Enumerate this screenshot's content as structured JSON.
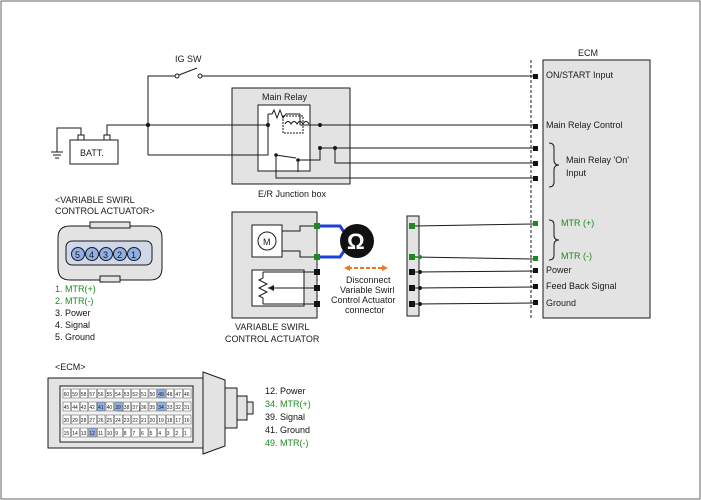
{
  "labels": {
    "ig_sw": "IG SW",
    "batt": "BATT.",
    "main_relay": "Main Relay",
    "er_junction_box": "E/R Junction box",
    "ecm_title": "ECM",
    "actuator_line1": "VARIABLE SWIRL",
    "actuator_line2": "CONTROL ACTUATOR",
    "connector_caption": [
      "Disconnect",
      "Variable Swirl",
      "Control Actuator",
      "connector"
    ],
    "vsca_connector_title_line1": "<VARIABLE SWIRL",
    "vsca_connector_title_line2": "CONTROL ACTUATOR>",
    "ecm_connector_title": "<ECM>",
    "motor_symbol": "M",
    "ohm_symbol": "Ω"
  },
  "ecm_terminals": [
    {
      "label": "ON/START Input",
      "color": "#1a1a1a"
    },
    {
      "label": "Main Relay Control",
      "color": "#1a1a1a"
    },
    {
      "label": "Main Relay 'On'",
      "color": "#1a1a1a"
    },
    {
      "label": "Input",
      "color": "#1a1a1a"
    },
    {
      "label": "MTR (+)",
      "color": "#1d8a1d"
    },
    {
      "label": "MTR (-)",
      "color": "#1d8a1d"
    },
    {
      "label": "Power",
      "color": "#1a1a1a"
    },
    {
      "label": "Feed Back Signal",
      "color": "#1a1a1a"
    },
    {
      "label": "Ground",
      "color": "#1a1a1a"
    }
  ],
  "actuator_pin_numbers": [
    "5",
    "4",
    "3",
    "2",
    "1"
  ],
  "actuator_pins": [
    {
      "text": "1. MTR(+)",
      "color": "#1d8a1d"
    },
    {
      "text": "2. MTR(-)",
      "color": "#1d8a1d"
    },
    {
      "text": "3. Power",
      "color": "#1a1a1a"
    },
    {
      "text": "4. Signal",
      "color": "#1a1a1a"
    },
    {
      "text": "5. Ground",
      "color": "#1a1a1a"
    }
  ],
  "ecm_pins": [
    {
      "text": "12. Power",
      "color": "#1a1a1a"
    },
    {
      "text": "34. MTR(+)",
      "color": "#1d8a1d"
    },
    {
      "text": "39. Signal",
      "color": "#1a1a1a"
    },
    {
      "text": "41. Ground",
      "color": "#1a1a1a"
    },
    {
      "text": "49. MTR(-)",
      "color": "#1d8a1d"
    }
  ],
  "ecm_connector_rows": [
    [
      "60",
      "59",
      "58",
      "57",
      "56",
      "55",
      "54",
      "53",
      "52",
      "51",
      "50",
      "49",
      "48",
      "47",
      "46"
    ],
    [
      "45",
      "44",
      "43",
      "42",
      "41",
      "40",
      "39",
      "38",
      "37",
      "36",
      "35",
      "34",
      "33",
      "32",
      "31"
    ],
    [
      "30",
      "29",
      "28",
      "27",
      "26",
      "25",
      "24",
      "23",
      "22",
      "21",
      "20",
      "19",
      "18",
      "17",
      "16"
    ],
    [
      "15",
      "14",
      "13",
      "12",
      "11",
      "10",
      "9",
      "8",
      "7",
      "6",
      "5",
      "4",
      "3",
      "2",
      "1"
    ]
  ],
  "colors": {
    "wire": "#1a1a1a",
    "harness_wire": "#1f3fd6",
    "terminal_green": "#1d8a1d",
    "disconnect_arrow": "#ee7722",
    "box_gray": "#e3e3e3"
  }
}
